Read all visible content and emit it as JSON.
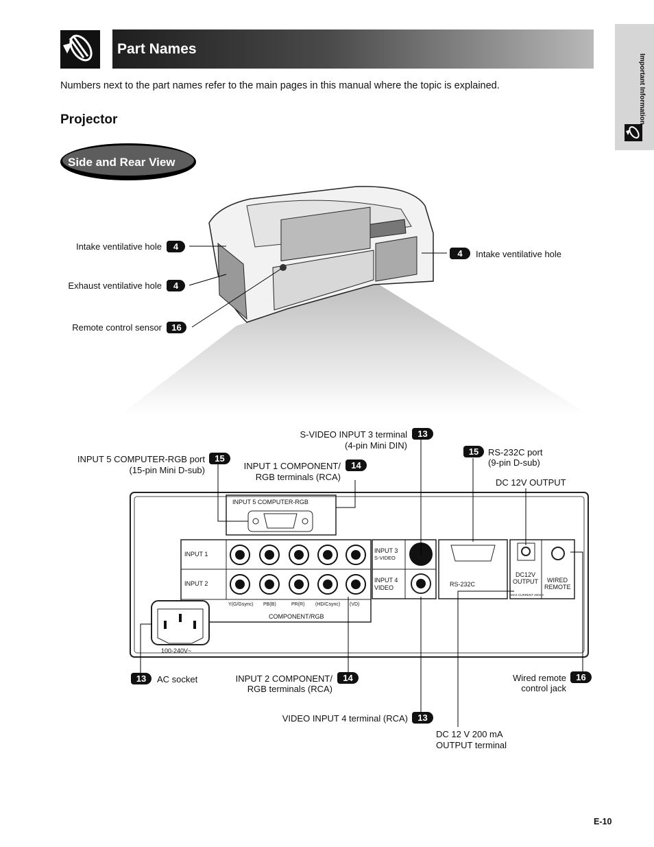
{
  "header": {
    "title": "Part Names",
    "icon": "clip-pen-icon"
  },
  "side_tab": {
    "label": "Important Information",
    "icon": "clip-pen-icon"
  },
  "intro": "Numbers next to the part names refer to the main pages in this manual where the topic is explained.",
  "section_title": "Projector",
  "view_title": "Side and Rear View",
  "callouts_top": [
    {
      "label": "Intake ventilative hole",
      "page": "4"
    },
    {
      "label": "Exhaust ventilative hole",
      "page": "4"
    },
    {
      "label": "Remote control sensor",
      "page": "16"
    },
    {
      "label": "Intake ventilative hole",
      "page": "4"
    }
  ],
  "callouts_bottom": {
    "svideo": {
      "line1": "S-VIDEO INPUT 3 terminal",
      "line2": "(4-pin Mini DIN)",
      "page": "13"
    },
    "input5": {
      "line1": "INPUT 5 COMPUTER-RGB port",
      "line2": "(15-pin Mini D-sub)",
      "page": "15"
    },
    "input1": {
      "line1": "INPUT 1 COMPONENT/",
      "line2": "RGB terminals (RCA)",
      "page": "14"
    },
    "rs232": {
      "line1": "RS-232C port",
      "line2": "(9-pin D-sub)",
      "page": "15"
    },
    "dc12": {
      "line1": "DC 12V OUTPUT"
    },
    "ac": {
      "label": "AC socket",
      "page": "13"
    },
    "input2": {
      "line1": "INPUT 2 COMPONENT/",
      "line2": "RGB terminals (RCA)",
      "page": "14"
    },
    "wired": {
      "line1": "Wired remote",
      "line2": "control jack",
      "page": "16"
    },
    "video4": {
      "label": "VIDEO INPUT 4 terminal (RCA)",
      "page": "13"
    },
    "dcterm": {
      "line1": "DC 12 V 200 mA",
      "line2": "OUTPUT terminal"
    }
  },
  "panel": {
    "input5": "INPUT 5 COMPUTER-RGB",
    "input1": "INPUT 1",
    "input2": "INPUT 2",
    "component_labels": [
      "Y(G/Gsync)",
      "PB(B)",
      "PR(R)",
      "(HD/Csync)",
      "(VD)"
    ],
    "component_rgb": "COMPONENT/RGB",
    "input3_line1": "INPUT 3",
    "input3_line2": "S-VIDEO",
    "input4_line1": "INPUT 4",
    "input4_line2": "VIDEO",
    "rs232c": "RS-232C",
    "dc_line1": "DC12V",
    "dc_line2": "OUTPUT",
    "dc_max": "MAX CURRENT 200mA",
    "wired_line1": "WIRED",
    "wired_line2": "REMOTE",
    "voltage": "100-240V~"
  },
  "page_number": "E-10"
}
